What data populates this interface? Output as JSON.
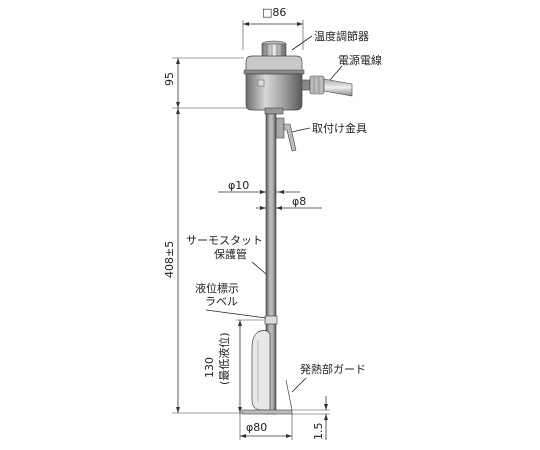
{
  "dimensions": {
    "box_width": "□86",
    "height_top": "95",
    "height_total": "408±5",
    "min_level": "130",
    "min_level_note": "(最低液位)",
    "dia_outer": "φ10",
    "dia_inner": "φ8",
    "dia_guard": "φ80",
    "base_thickness": "1.5"
  },
  "callouts": {
    "thermostat_regulator": "温度調節器",
    "power_cable": "電源電線",
    "mounting_bracket": "取付け金具",
    "thermostat_tube_line1": "サーモスタット",
    "thermostat_tube_line2": "保護管",
    "level_label_line1": "液位標示",
    "level_label_line2": "ラベル",
    "heater_guard": "発熱部ガード"
  }
}
